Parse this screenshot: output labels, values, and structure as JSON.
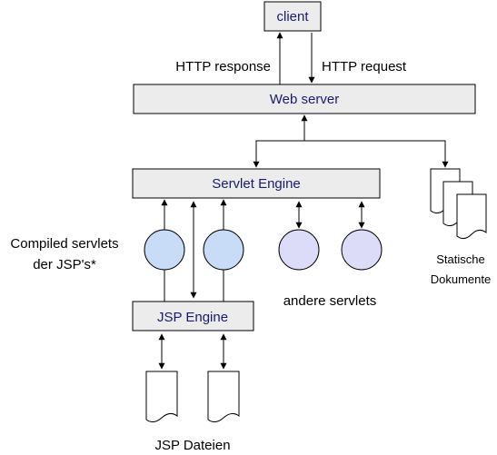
{
  "nodes": {
    "client": "client",
    "web_server": "Web server",
    "servlet_engine": "Servlet Engine",
    "jsp_engine": "JSP Engine"
  },
  "labels": {
    "http_response": "HTTP response",
    "http_request": "HTTP request",
    "compiled_servlets_line1": "Compiled servlets",
    "compiled_servlets_line2": "der JSP's*",
    "other_servlets": "andere servlets",
    "static_docs_line1": "Statische",
    "static_docs_line2": "Dokumente",
    "jsp_files": "JSP Dateien"
  },
  "colors": {
    "box_fill": "#ececec",
    "box_text": "#1a1a6e",
    "compiled_servlet_fill": "#c8dcf8",
    "other_servlet_fill": "#dcdcf8",
    "stroke": "#000000"
  },
  "icons": {
    "document": "document-icon",
    "servlet": "servlet-circle"
  }
}
